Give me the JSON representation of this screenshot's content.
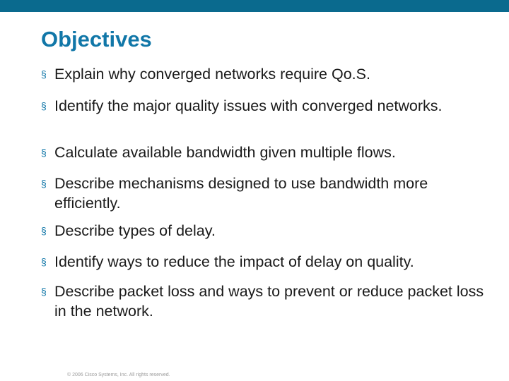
{
  "colors": {
    "top_bar": "#0a6a8e",
    "title": "#1177a8",
    "body_text": "#1a1a1a",
    "bullet_marker": "#1177a8",
    "footer": "#9a9a9a"
  },
  "slide": {
    "title": "Objectives",
    "bullet_marker": "§",
    "bullets": [
      "Explain why converged networks require Qo.S.",
      "Identify the major quality issues with converged networks.",
      "Calculate available bandwidth given multiple flows.",
      "Describe mechanisms designed to use bandwidth more efficiently.",
      "Describe types of delay.",
      "Identify ways to reduce the impact of delay on quality.",
      "Describe packet loss and ways to prevent or reduce packet loss in the network."
    ],
    "footer": "© 2006 Cisco Systems, Inc. All rights reserved."
  }
}
